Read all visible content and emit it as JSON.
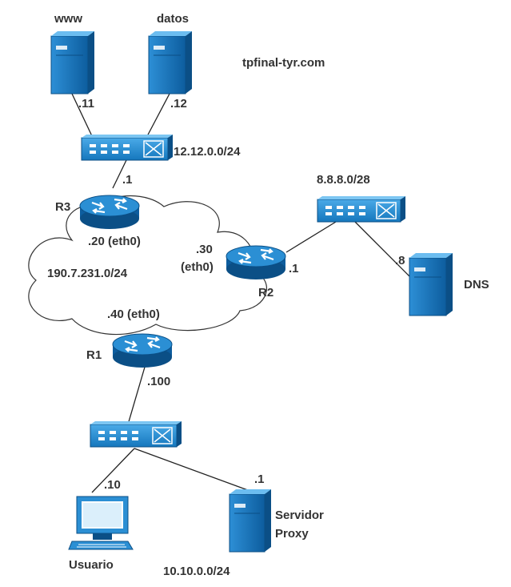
{
  "domain_title": "tpfinal-tyr.com",
  "colors": {
    "device_blue": "#1a7fc4",
    "device_dark": "#0b4f86",
    "device_light": "#5fb6ec",
    "line": "#222222",
    "text": "#333333"
  },
  "servers": {
    "www": {
      "name": "www",
      "ip": ".11"
    },
    "datos": {
      "name": "datos",
      "ip": ".12"
    },
    "dns": {
      "name": "DNS",
      "ip": ".8"
    },
    "proxy": {
      "name_line1": "Servidor",
      "name_line2": "Proxy",
      "ip": ".1"
    }
  },
  "client": {
    "name": "Usuario",
    "ip": ".10"
  },
  "routers": {
    "r3": {
      "name": "R3",
      "ip_top": ".1",
      "ip_cloud": ".20 (eth0)"
    },
    "r2": {
      "name": "R2",
      "ip_cloud_1": ".30",
      "ip_cloud_2": "(eth0)",
      "ip_right": ".1"
    },
    "r1": {
      "name": "R1",
      "ip_cloud": ".40 (eth0)",
      "ip_bottom": ".100"
    }
  },
  "networks": {
    "top": "12.12.0.0/24",
    "dns": "8.8.8.0/28",
    "cloud": "190.7.231.0/24",
    "bottom": "10.10.0.0/24"
  }
}
